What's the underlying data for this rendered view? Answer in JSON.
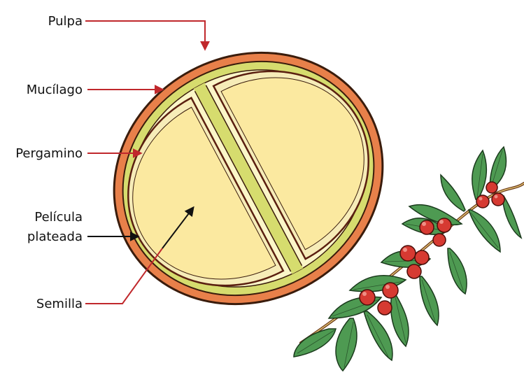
{
  "labels": {
    "pulpa": "Pulpa",
    "mucilago": "Mucílago",
    "pergamino": "Pergamino",
    "pelicula_line1": "Película",
    "pelicula_line2": "plateada",
    "semilla": "Semilla"
  },
  "colors": {
    "pulp": "#e8804a",
    "mucilage": "#d6dc6e",
    "parchment": "#fbf6c8",
    "seed": "#fbe9a0",
    "outline": "#3a1c0c",
    "pointer_red": "#c0282c",
    "pointer_black": "#111111",
    "leaf": "#4e9a52",
    "cherry": "#d63a32"
  },
  "icons": [
    "coffee-branch-illustration",
    "coffee-bean-cross-section"
  ]
}
